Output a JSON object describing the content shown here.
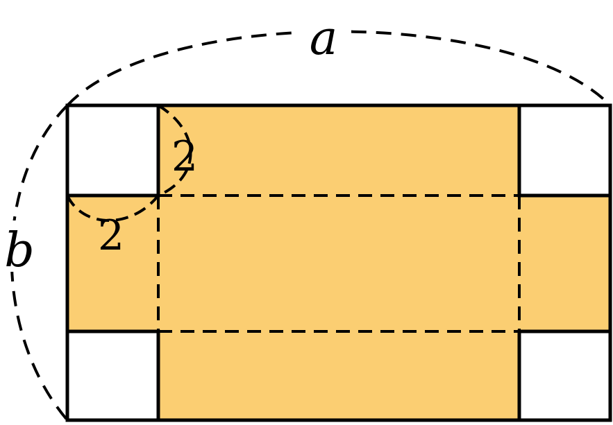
{
  "diagram": {
    "labels": {
      "width": "a",
      "height": "b",
      "cut_side_top": "2",
      "cut_side_left": "2"
    },
    "colors": {
      "fill": "#FBCE72",
      "stroke": "#000000",
      "background": "#FFFFFF"
    }
  }
}
